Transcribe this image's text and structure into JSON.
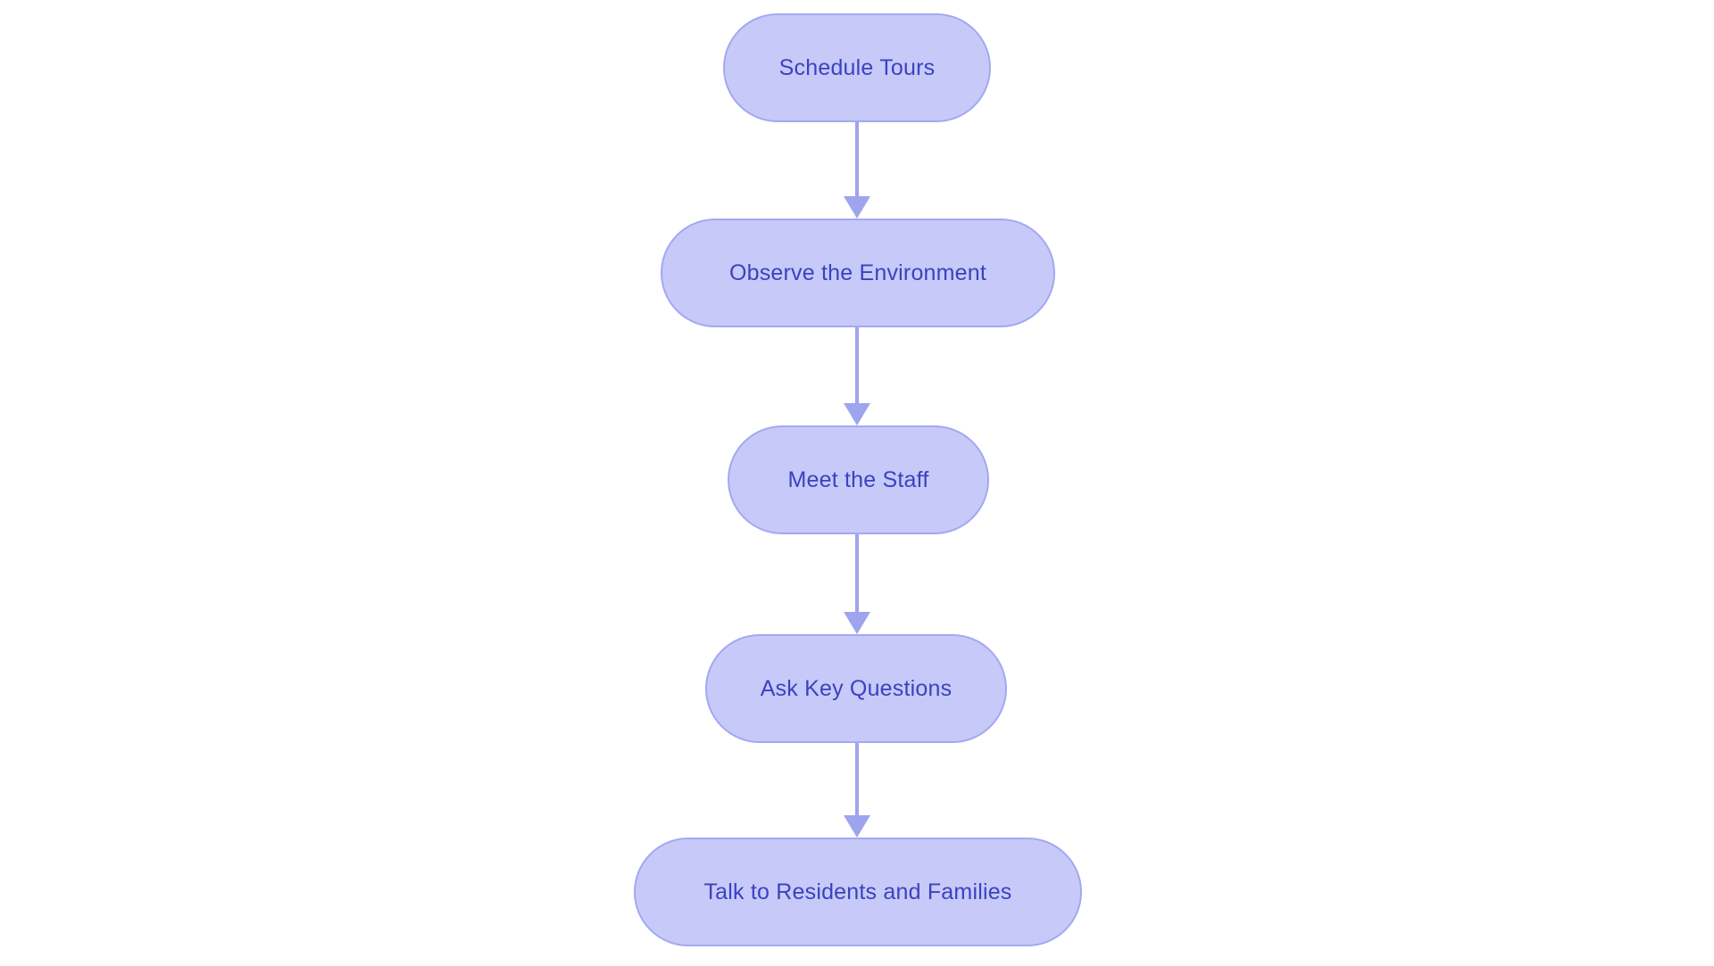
{
  "diagram": {
    "type": "flowchart",
    "direction": "top-down",
    "colors": {
      "background": "#ffffff",
      "node_fill": "#c7caf8",
      "node_border": "#a3a8f1",
      "node_text": "#3b42c0",
      "arrow": "#9ea5ee"
    },
    "nodes": [
      {
        "label": "Schedule Tours"
      },
      {
        "label": "Observe the Environment"
      },
      {
        "label": "Meet the Staff"
      },
      {
        "label": "Ask Key Questions"
      },
      {
        "label": "Talk to Residents and Families"
      }
    ],
    "edges": [
      {
        "from": "Schedule Tours",
        "to": "Observe the Environment"
      },
      {
        "from": "Observe the Environment",
        "to": "Meet the Staff"
      },
      {
        "from": "Meet the Staff",
        "to": "Ask Key Questions"
      },
      {
        "from": "Ask Key Questions",
        "to": "Talk to Residents and Families"
      }
    ]
  }
}
